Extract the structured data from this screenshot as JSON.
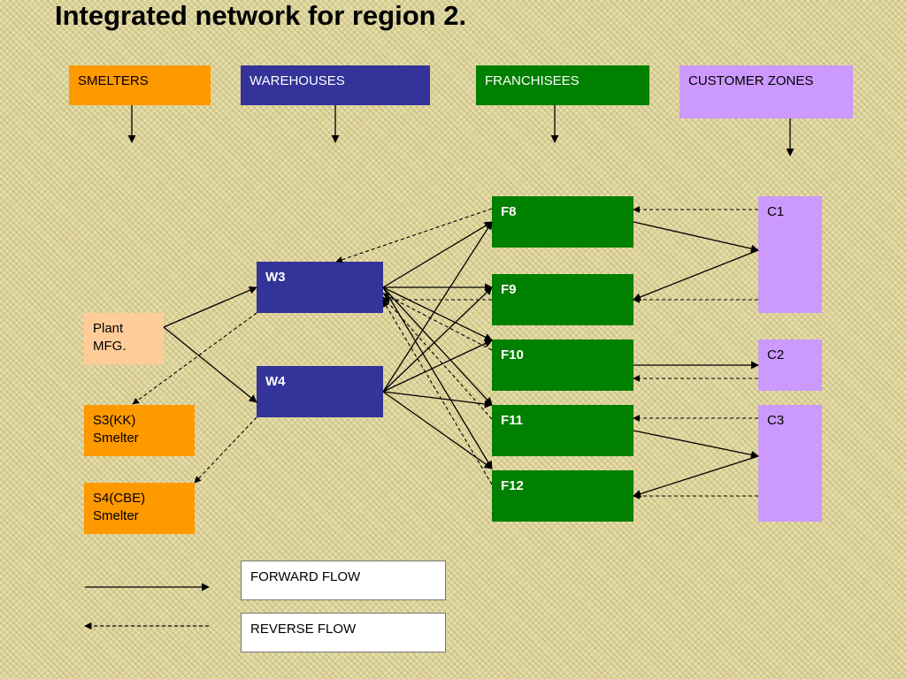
{
  "title": "Integrated network for region 2.",
  "headers": {
    "smelters": "SMELTERS",
    "warehouses": "WAREHOUSES",
    "franchisees": "FRANCHISEES",
    "customer_zones": "CUSTOMER ZONES"
  },
  "nodes": {
    "plant": "Plant\nMFG.",
    "s3": "S3(KK)\nSmelter",
    "s4": "S4(CBE)\nSmelter",
    "w3": "W3",
    "w4": "W4",
    "f8": "F8",
    "f9": "F9",
    "f10": "F10",
    "f11": "F11",
    "f12": "F12",
    "c1": "C1",
    "c2": "C2",
    "c3": "C3"
  },
  "legend": {
    "forward": "FORWARD FLOW",
    "reverse": "REVERSE FLOW"
  },
  "colors": {
    "smelter": "#ff9900",
    "warehouse": "#333399",
    "franchisee": "#008000",
    "customer": "#cc99ff",
    "plant": "#ffcc99"
  },
  "forward_flows": [
    [
      "plant",
      "w3"
    ],
    [
      "plant",
      "w4"
    ],
    [
      "w3",
      "f8"
    ],
    [
      "w3",
      "f9"
    ],
    [
      "w3",
      "f10"
    ],
    [
      "w3",
      "f11"
    ],
    [
      "w3",
      "f12"
    ],
    [
      "w4",
      "f8"
    ],
    [
      "w4",
      "f9"
    ],
    [
      "w4",
      "f10"
    ],
    [
      "w4",
      "f11"
    ],
    [
      "w4",
      "f12"
    ],
    [
      "f8",
      "c1"
    ],
    [
      "c1",
      "f9"
    ],
    [
      "f10",
      "c2"
    ],
    [
      "f11",
      "c3"
    ],
    [
      "c3",
      "f12"
    ]
  ],
  "reverse_flows": [
    [
      "w3",
      "s3"
    ],
    [
      "w4",
      "s4"
    ],
    [
      "f8",
      "w3"
    ],
    [
      "f9",
      "w3"
    ],
    [
      "f10",
      "w3"
    ],
    [
      "f11",
      "w3"
    ],
    [
      "f12",
      "w3"
    ],
    [
      "c1",
      "f8"
    ],
    [
      "c1",
      "f9"
    ],
    [
      "c2",
      "f10"
    ],
    [
      "c3",
      "f11"
    ],
    [
      "c3",
      "f12"
    ]
  ]
}
